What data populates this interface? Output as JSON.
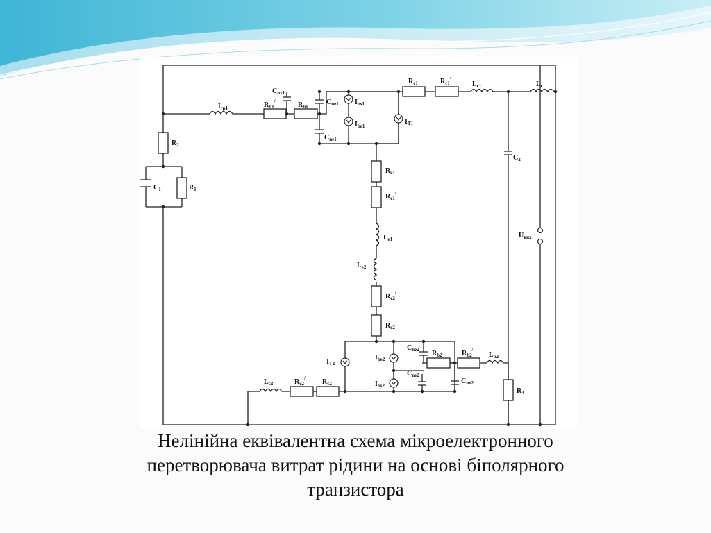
{
  "slide": {
    "caption_lines": [
      "Нелінійна еквівалентна схема мікроелектронного",
      "перетворювача витрат рідини на основі біполярного",
      "транзистора"
    ]
  },
  "colors": {
    "wave_dark": "#5fc4dc",
    "wave_light": "#a9e0ee",
    "background": "#fbfbfc",
    "line": "#222222"
  },
  "diagram": {
    "labels": {
      "Lp1": "L",
      "Lp1_sub": "p1",
      "Rb1p": "R",
      "Rb1p_sub": "b1",
      "Rb1": "R",
      "Rb1_sub": "b1",
      "Cnx1": "C",
      "Cnx1_sub": "nx1",
      "Cne1a": "C",
      "Cne1a_sub": "ne1",
      "Cne1b": "C",
      "Cne1b_sub": "ne1",
      "Ibs1": "I",
      "Ibs1_sub": "bs1",
      "Ibe1": "I",
      "Ibe1_sub": "be1",
      "IT1": "I",
      "IT1_sub": "T1",
      "Rc1": "R",
      "Rc1_sub": "c1",
      "Rc1p": "R",
      "Rc1p_sub": "c1",
      "Lc1": "L",
      "Lc1_sub": "c1",
      "L": "L",
      "L_sub": "c",
      "C2": "C",
      "C2_sub": "2",
      "Uvih": "U",
      "Uvih_sub": "вих",
      "R2": "R",
      "R2_sub": "2",
      "C1": "C",
      "C1_sub": "1",
      "R1": "R",
      "R1_sub": "1",
      "Re1": "R",
      "Re1_sub": "e1",
      "Re1p": "R",
      "Re1p_sub": "e1",
      "Le1": "L",
      "Le1_sub": "e1",
      "Le2": "L",
      "Le2_sub": "e2",
      "Re2p": "R",
      "Re2p_sub": "e2",
      "Re2": "R",
      "Re2_sub": "e2",
      "IT2": "I",
      "IT2_sub": "T2",
      "Ibe2": "I",
      "Ibe2_sub": "be2",
      "Ibs2": "I",
      "Ibs2_sub": "bs2",
      "Cne2a": "C",
      "Cne2a_sub": "ne2",
      "Cne2b": "C",
      "Cne2b_sub": "ne2",
      "Rb2": "R",
      "Rb2_sub": "b2",
      "Rb2p": "R",
      "Rb2p_sub": "b2",
      "Lb2": "L",
      "Lb2_sub": "b2",
      "Cnx2": "C",
      "Cnx2_sub": "nx2",
      "R3": "R",
      "R3_sub": "3",
      "Lc2": "L",
      "Lc2_sub": "c2",
      "Rc2p": "R",
      "Rc2p_sub": "c2",
      "Rc2": "R",
      "Rc2_sub": "c2",
      "prime": "/"
    }
  }
}
